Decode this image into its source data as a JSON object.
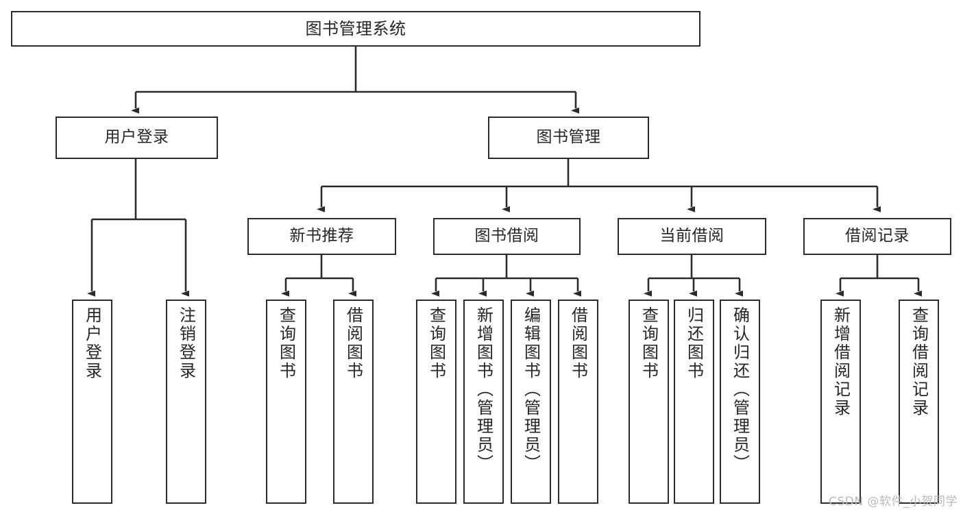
{
  "diagram": {
    "type": "tree-hierarchy-chart",
    "title": "图书管理系统",
    "watermark": "CSDN @软件_小贺同学",
    "colors": {
      "box_border": "#2b2b2b",
      "box_fill": "#ffffff",
      "connector": "#2b2b2b",
      "text": "#262626",
      "watermark": "#b9b9b9",
      "background": "#ffffff"
    },
    "root": {
      "label": "图书管理系统"
    },
    "level2": [
      {
        "label": "用户登录"
      },
      {
        "label": "图书管理"
      }
    ],
    "level3": [
      {
        "label": "新书推荐"
      },
      {
        "label": "图书借阅"
      },
      {
        "label": "当前借阅"
      },
      {
        "label": "借阅记录"
      }
    ],
    "leaves": {
      "user_login": [
        {
          "label": "用户登录"
        },
        {
          "label": "注销登录"
        }
      ],
      "new_book": [
        {
          "label": "查询图书"
        },
        {
          "label": "借阅图书"
        }
      ],
      "book_borrow": [
        {
          "label": "查询图书"
        },
        {
          "label": "新增图书（管理员）"
        },
        {
          "label": "编辑图书（管理员）"
        },
        {
          "label": "借阅图书"
        }
      ],
      "current_borrow": [
        {
          "label": "查询图书"
        },
        {
          "label": "归还图书"
        },
        {
          "label": "确认归还（管理员）"
        }
      ],
      "borrow_record": [
        {
          "label": "新增借阅记录"
        },
        {
          "label": "查询借阅记录"
        }
      ]
    }
  }
}
